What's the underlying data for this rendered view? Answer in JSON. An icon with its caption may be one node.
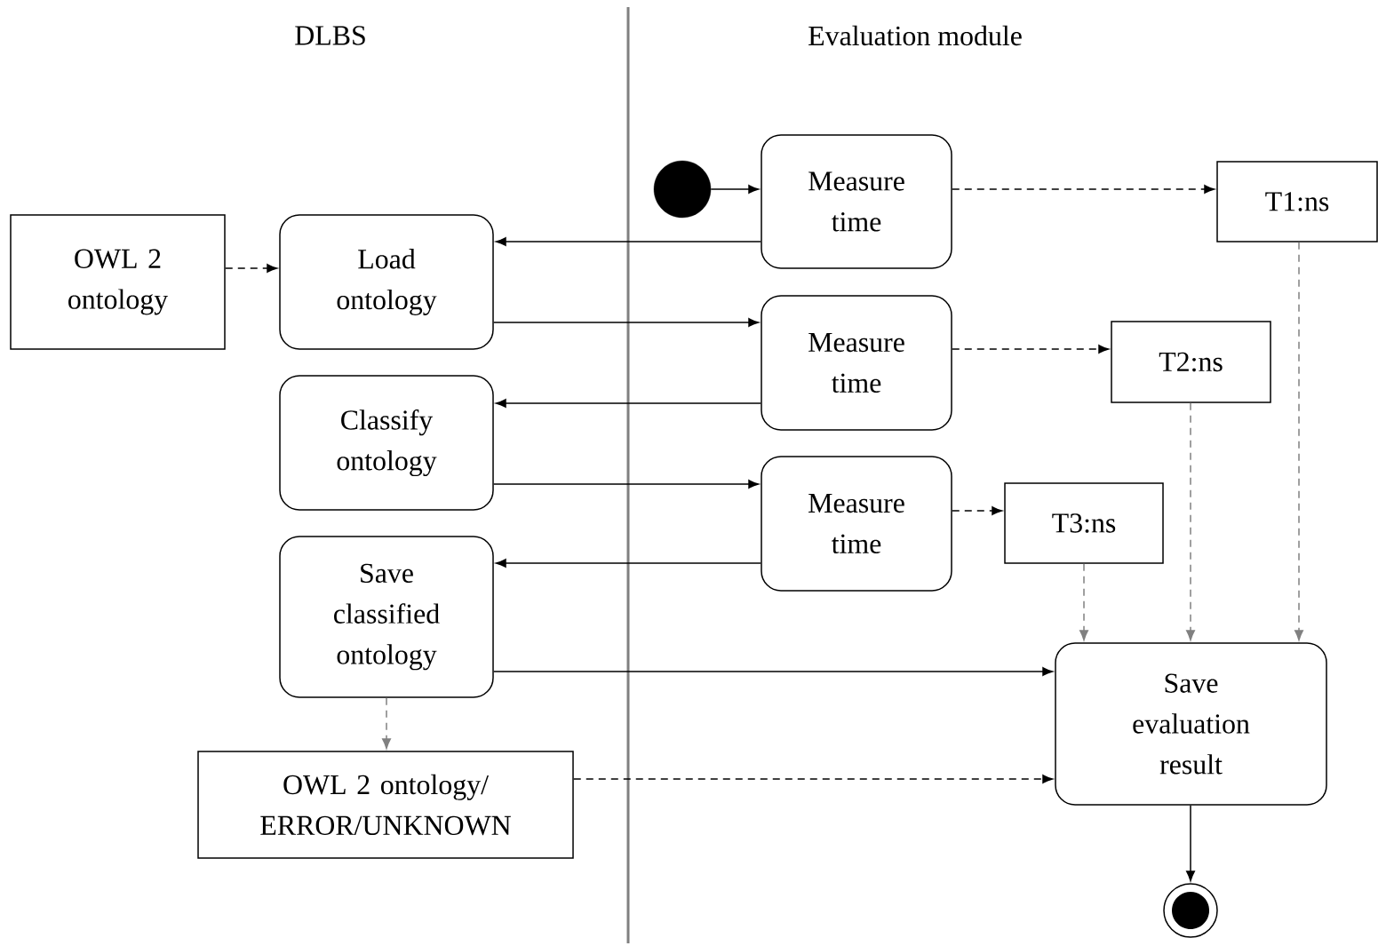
{
  "diagram": {
    "nodes": [
      {
        "text": [],
        "shape": "circle"
      },
      {
        "text": [
          "Measure time"
        ]
      },
      {
        "text": [
          "T1:ns"
        ]
      },
      {
        "text": [
          "OWL 2 ontology"
        ]
      },
      {
        "text": [
          "Load ontology"
        ]
      },
      {
        "text": [
          "Measure time"
        ]
      },
      {
        "text": [
          "T2:ns"
        ]
      },
      {
        "text": [
          "Classify ontology"
        ]
      },
      {
        "text": [
          "Measure time"
        ]
      },
      {
        "text": [
          "T3:ns"
        ]
      },
      {
        "text": [
          "Save classified ontology"
        ]
      },
      {
        "text": [
          "Save evaluation result"
        ]
      },
      {
        "text": [
          "OWL 2 ontology/ ERROR/UNKNOWN"
        ]
      },
      {
        "text": [],
        "shape": "circle"
      }
    ],
    "edges": [
      {
        "from": 0,
        "to": 1,
        "arrow": "to"
      },
      {
        "from": 1,
        "to": 2,
        "arrow": "to",
        "style": "dashed"
      },
      {
        "from": 1,
        "to": 4,
        "arrow": "to"
      },
      {
        "from": 3,
        "to": 4,
        "arrow": "to",
        "style": "dashed"
      },
      {
        "from": 4,
        "to": 5,
        "arrow": "to"
      },
      {
        "from": 5,
        "to": 6,
        "arrow": "to",
        "style": "dashed"
      },
      {
        "from": 5,
        "to": 7,
        "arrow": "to"
      },
      {
        "from": 7,
        "to": 8,
        "arrow": "to"
      },
      {
        "from": 8,
        "to": 9,
        "arrow": "to",
        "style": "dashed"
      },
      {
        "from": 8,
        "to": 10,
        "arrow": "to"
      },
      {
        "from": 2,
        "to": 11,
        "arrow": "to",
        "style": "dashed",
        "color": "#808080"
      },
      {
        "from": 6,
        "to": 11,
        "arrow": "to",
        "style": "dashed",
        "color": "#808080"
      },
      {
        "from": 9,
        "to": 11,
        "arrow": "to",
        "style": "dashed",
        "color": "#808080"
      },
      {
        "from": 10,
        "to": 11,
        "arrow": "to"
      },
      {
        "from": 10,
        "to": 12,
        "arrow": "to",
        "style": "dashed",
        "color": "#808080"
      },
      {
        "from": 12,
        "to": 11,
        "arrow": "to",
        "style": "dashed"
      },
      {
        "from": 11,
        "to": 13,
        "arrow": "to"
      }
    ],
    "labels": [
      "DLBS",
      "Evaluation module"
    ]
  }
}
